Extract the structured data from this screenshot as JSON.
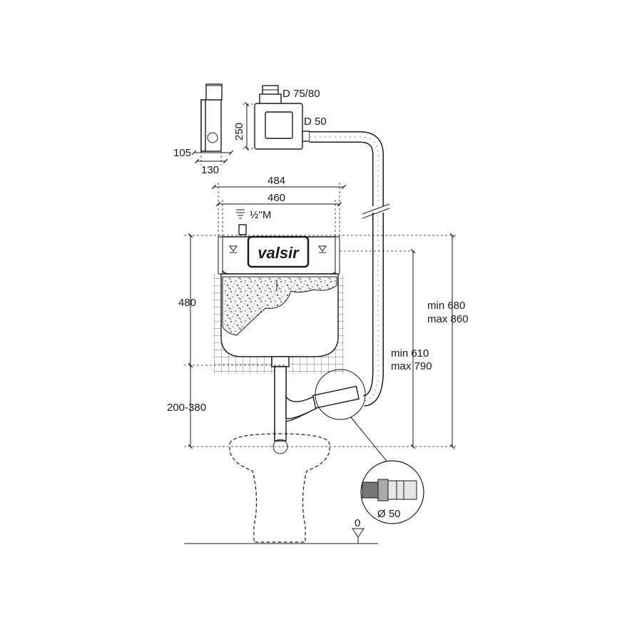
{
  "brand": "valsir",
  "labels": {
    "d_75_80": "D 75/80",
    "d_50": "D 50",
    "h_250": "250",
    "w_105": "105",
    "w_130": "130",
    "w_484": "484",
    "w_460": "460",
    "water_inlet": "½\"M",
    "h_480": "480",
    "h_200_380": "200-380",
    "min_680": "min 680",
    "max_860": "max 860",
    "min_610": "min 610",
    "max_790": "max 790",
    "dia_50": "Ø 50",
    "floor_zero": "0"
  },
  "icons": {
    "water_tap": "water-supply-icon",
    "water_level": "water-level-triangle-icon",
    "floor_datum": "floor-datum-triangle-icon"
  },
  "colors": {
    "line": "#1a1a1a",
    "background": "#ffffff",
    "logo_bg": "#1a1a1a",
    "logo_text": "#ffffff"
  }
}
